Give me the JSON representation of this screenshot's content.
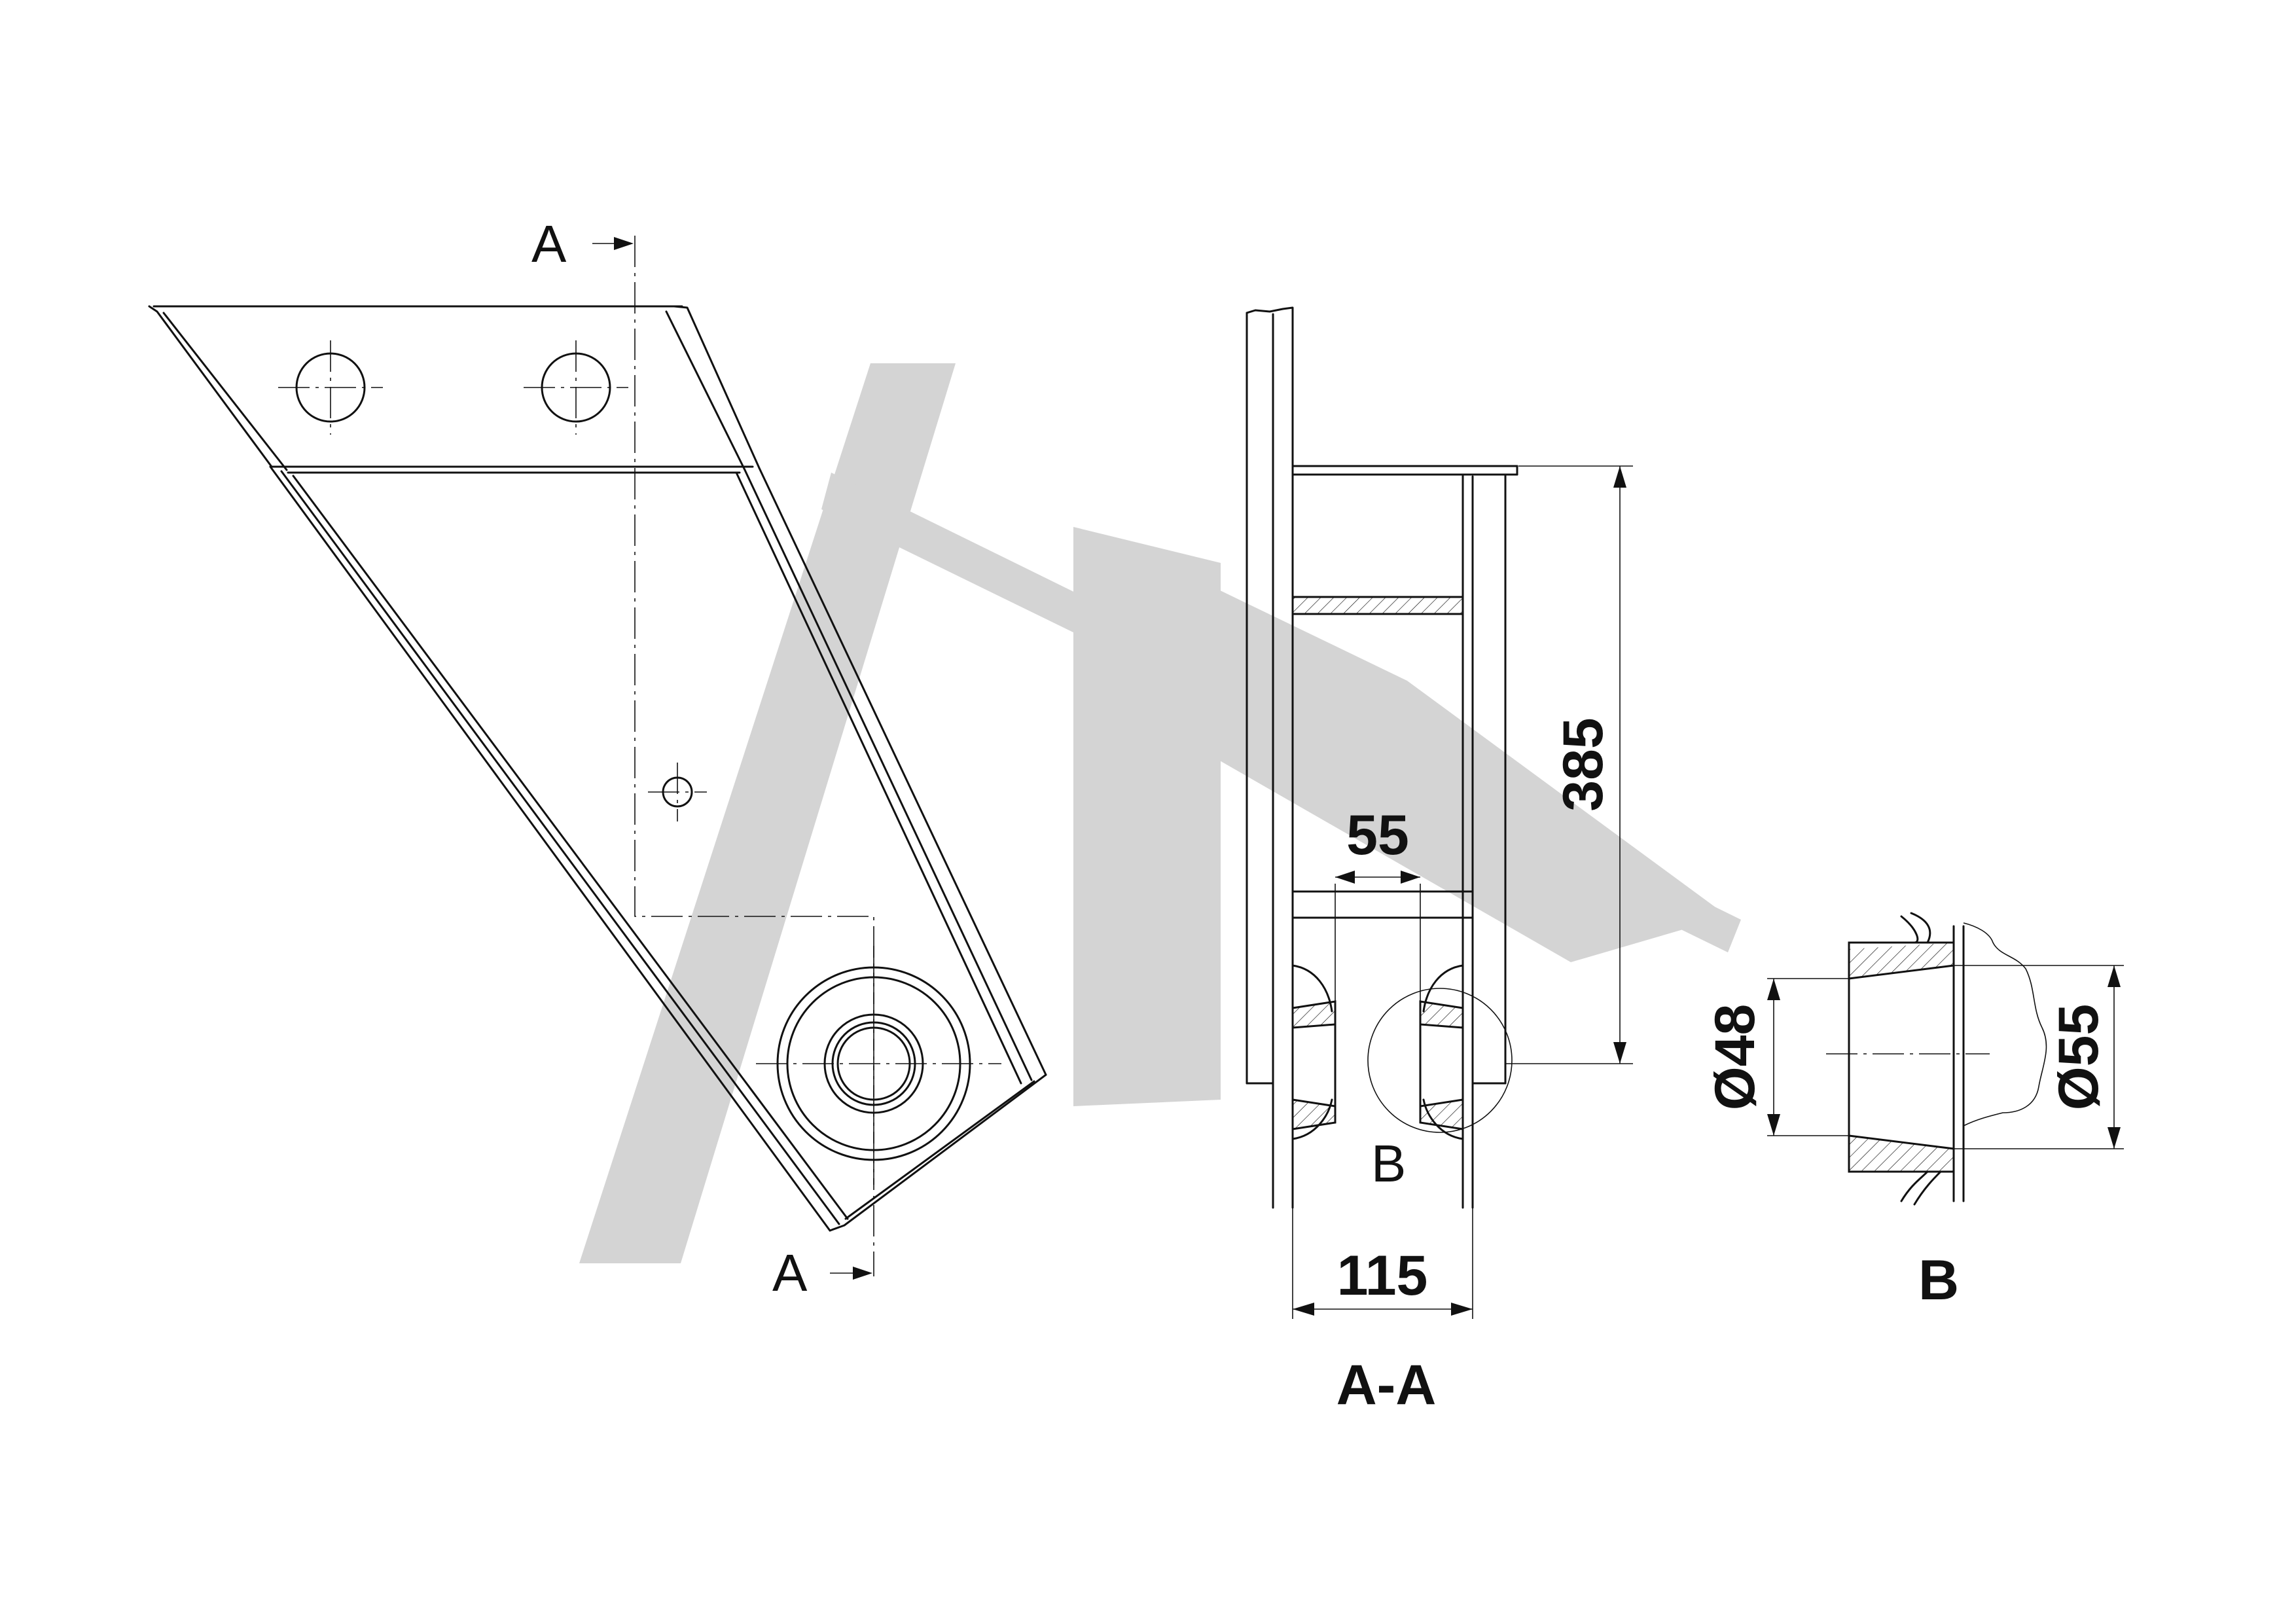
{
  "watermark": {
    "color": "#d4d4d4"
  },
  "main_view": {
    "cut_label_top": "A",
    "cut_label_bottom": "A"
  },
  "section_aa": {
    "dim_height": "385",
    "dim_bore_spacing": "55",
    "dim_width": "115",
    "detail_marker": "B",
    "title": "A-A"
  },
  "detail_b": {
    "dim_inner_diameter": "Ø48",
    "dim_outer_diameter": "Ø55",
    "title": "B"
  }
}
